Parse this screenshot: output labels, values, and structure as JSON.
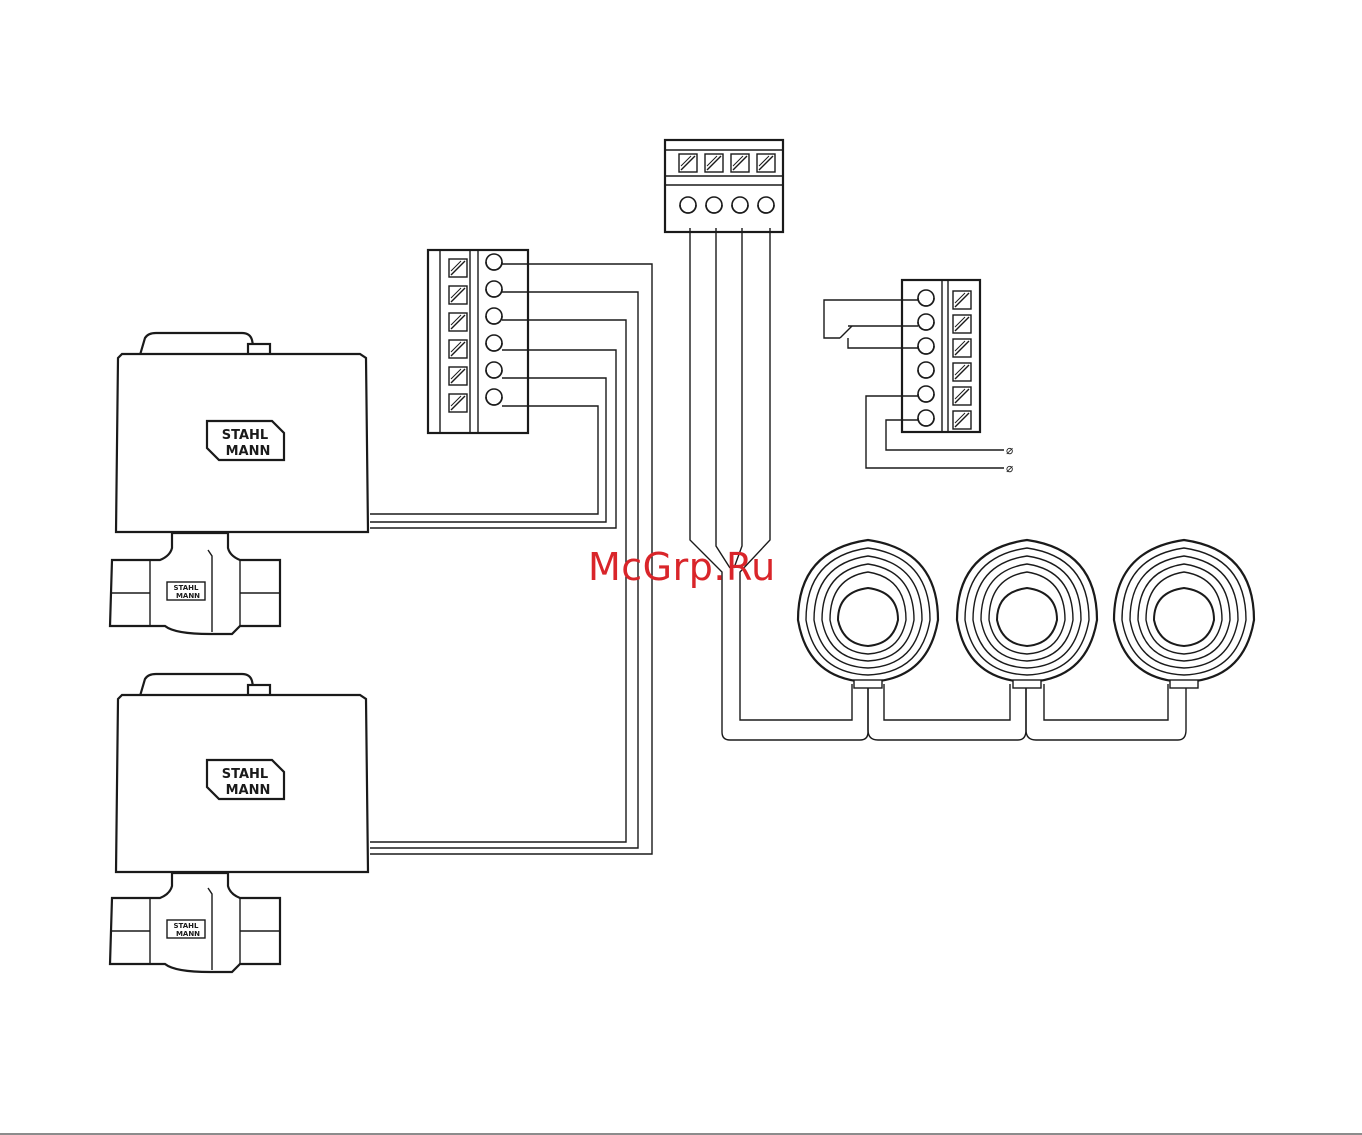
{
  "watermark": "McGrp.Ru",
  "brand": {
    "line1": "STAHL",
    "line2": "MANN"
  },
  "terminal_symbol": "⌀",
  "colors": {
    "stroke": "#1a1a1a",
    "watermark": "#d9252a",
    "background": "#ffffff"
  }
}
